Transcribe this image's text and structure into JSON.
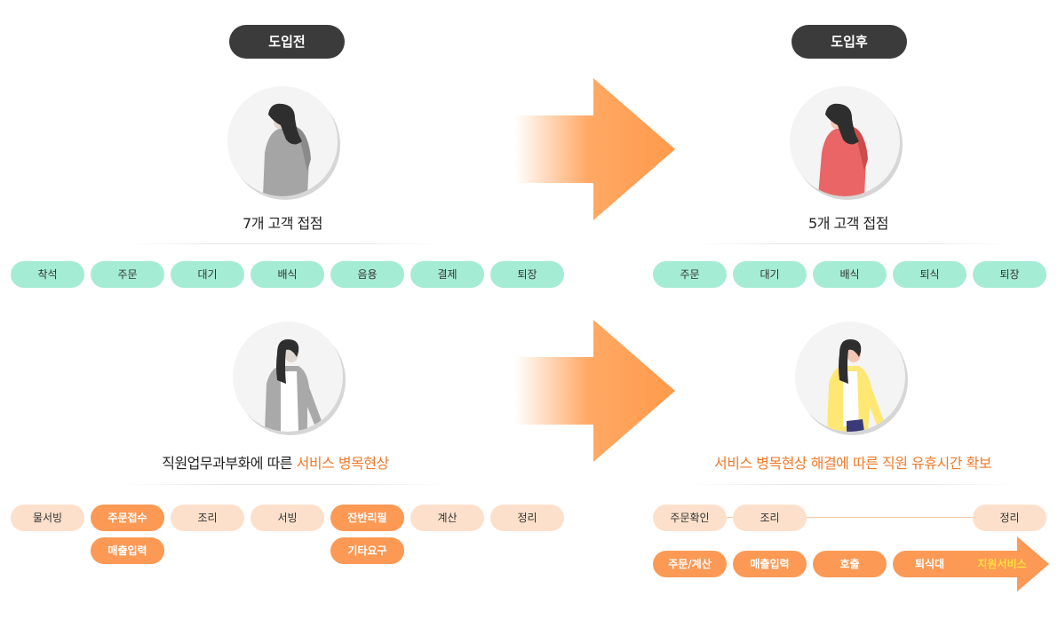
{
  "header": {
    "before": "도입전",
    "after": "도입후"
  },
  "customer": {
    "before_caption": "7개 고객 접점",
    "after_caption": "5개 고객 접점",
    "before_steps": [
      "착석",
      "주문",
      "대기",
      "배식",
      "음용",
      "결제",
      "퇴장"
    ],
    "after_steps": [
      "주문",
      "대기",
      "배식",
      "퇴식",
      "퇴장"
    ]
  },
  "staff": {
    "before_caption_main": "직원업무과부화에 따른 ",
    "before_caption_highlight": "서비스 병목현상",
    "after_caption": "서비스 병목현상 해결에 따른 직원 유휴시간 확보",
    "before_row1": [
      "물서빙",
      "주문접수",
      "조리",
      "서빙",
      "잔반리필",
      "계산",
      "정리"
    ],
    "before_row2": [
      "매출입력",
      "기타요구"
    ],
    "after_row1": [
      "주문확인",
      "조리",
      "정리"
    ],
    "after_row2": [
      "주문/계산",
      "매출입력",
      "호출",
      "퇴식대"
    ],
    "after_highlight": "지원서비스"
  },
  "colors": {
    "mint": "#a5ecd4",
    "peach": "#fde0cb",
    "orange": "#fb9955",
    "accent_text": "#f07a2a",
    "header_bg": "#3b3b3b"
  }
}
